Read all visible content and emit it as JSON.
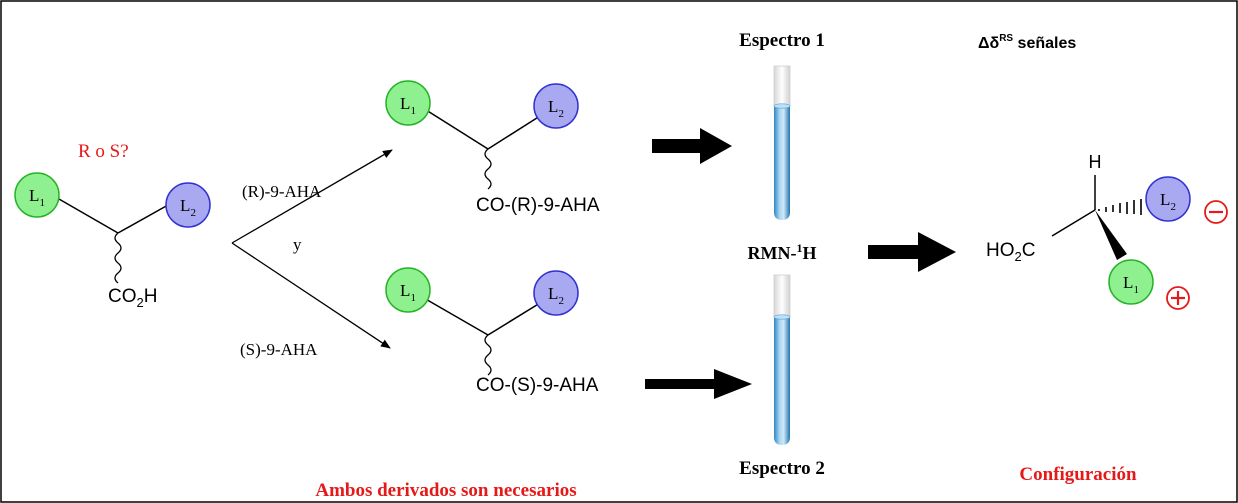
{
  "colors": {
    "green_fill": "#8ff08f",
    "green_stroke": "#27b327",
    "blue_fill": "#a9a9f2",
    "blue_stroke": "#3232d2",
    "red": "#e61919",
    "black": "#000000"
  },
  "question": "R o S?",
  "reagents": {
    "r_reagent": "(R)-9-AHA",
    "conj": "y",
    "s_reagent": "(S)-9-AHA"
  },
  "substituents": {
    "l1": "L",
    "l1_sub": "1",
    "l2": "L",
    "l2_sub": "2"
  },
  "groups": {
    "acid_pre": "CO",
    "acid_sub": "2",
    "acid_post": "H",
    "r_ester": "CO-(R)-9-AHA",
    "s_ester": "CO-(S)-9-AHA",
    "ho2c_pre": "HO",
    "ho2c_sub": "2",
    "ho2c_post": "C",
    "h_atom": "H"
  },
  "spectra": {
    "spectrum1": "Espectro 1",
    "spectrum2": "Espectro 2",
    "nmr_pre": "RMN-",
    "nmr_sup": "1",
    "nmr_post": "H"
  },
  "result": {
    "delta_label": "Δδ",
    "delta_sup": "RS",
    "delta_post": " señales",
    "config": "Configuración",
    "minus": "−",
    "plus": "+"
  },
  "caption": "Ambos derivados son necesarios"
}
